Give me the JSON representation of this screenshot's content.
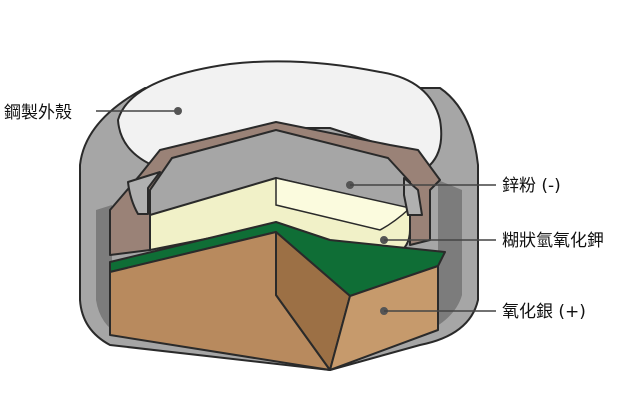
{
  "labels": {
    "steel_casing": "鋼製外殼",
    "zinc_powder": "鋅粉 (-)",
    "paste_koh": "糊狀氫氧化鉀",
    "silver_oxide": "氧化銀 (+)"
  },
  "colors": {
    "casing_outer": "#a6a6a6",
    "casing_dark": "#6f6f6f",
    "top_cap": "#f2f2f2",
    "zinc_layer": "#9a8277",
    "paste_layer": "#f1f1c8",
    "separator": "#0f6e36",
    "silver_oxide": "#b88a5e",
    "silver_oxide_side": "#9c7045"
  }
}
